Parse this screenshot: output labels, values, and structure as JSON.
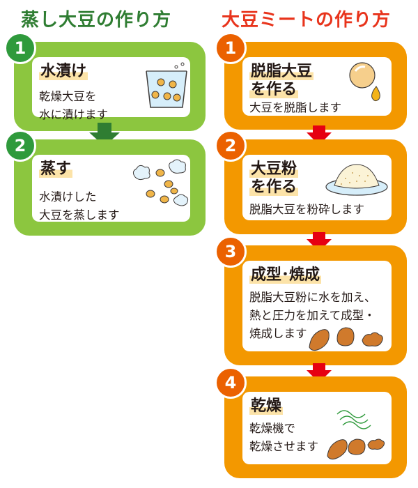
{
  "left_column": {
    "title": "蒸し大豆の作り方",
    "steps": [
      {
        "number": "1",
        "heading": "水漬け",
        "description": "乾燥大豆を\n水に漬けます",
        "icon": "bowl-of-soaking-beans-icon"
      },
      {
        "number": "2",
        "heading": "蒸す",
        "description": "水漬けした\n大豆を蒸します",
        "icon": "steamed-beans-icon"
      }
    ]
  },
  "right_column": {
    "title": "大豆ミートの作り方",
    "steps": [
      {
        "number": "1",
        "heading_line1": "脱脂大豆",
        "heading_line2": "を作る",
        "description": "大豆を脱脂します",
        "icon": "soybean-oil-drop-icon"
      },
      {
        "number": "2",
        "heading_line1": "大豆粉",
        "heading_line2": "を作る",
        "description": "脱脂大豆を粉砕します",
        "icon": "soy-flour-plate-icon"
      },
      {
        "number": "3",
        "heading": "成型･焼成",
        "description": "脱脂大豆粉に水を加え、\n熱と圧力を加えて成型・\n焼成します",
        "icon": "soy-meat-pieces-icon"
      },
      {
        "number": "4",
        "heading": "乾燥",
        "description": "乾燥機で\n乾燥させます",
        "icon": "drying-soy-meat-icon"
      }
    ]
  },
  "colors": {
    "left_title": "#2f7d32",
    "right_title": "#e8341c",
    "left_panel": "#8cc63f",
    "right_panel": "#f39800",
    "left_arrow": "#2f7d32",
    "right_arrow": "#e60012",
    "heading_highlight": "#fce3a8"
  }
}
